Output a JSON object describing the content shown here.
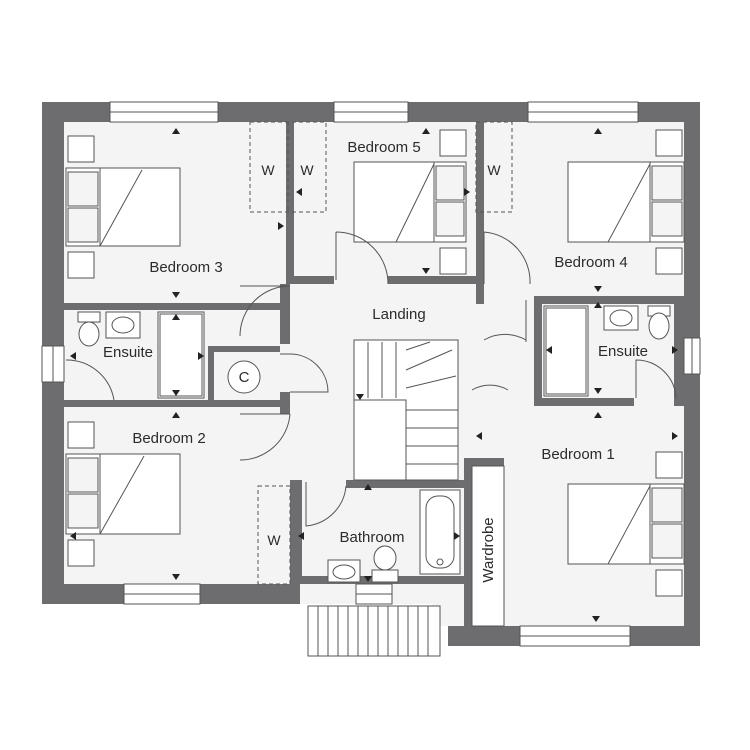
{
  "rooms": {
    "bedroom_1": "Bedroom 1",
    "bedroom_2": "Bedroom 2",
    "bedroom_3": "Bedroom 3",
    "bedroom_4": "Bedroom 4",
    "bedroom_5": "Bedroom 5",
    "ensuite_left": "Ensuite",
    "ensuite_right": "Ensuite",
    "landing": "Landing",
    "bathroom": "Bathroom",
    "wardrobe": "Wardrobe",
    "cupboard": "C"
  },
  "wardrobe_marks": {
    "w1": "W",
    "w2": "W",
    "w3": "W",
    "w4": "W"
  },
  "colors": {
    "wall": "#6d6d6f",
    "floor": "#f4f4f5"
  }
}
